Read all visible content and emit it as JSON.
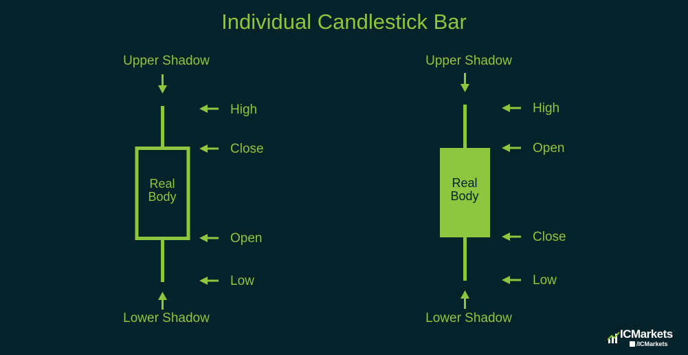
{
  "title": "Individual Candlestick Bar",
  "bullish": {
    "upper_shadow": "Upper Shadow",
    "lower_shadow": "Lower Shadow",
    "body_line1": "Real",
    "body_line2": "Body",
    "high": "High",
    "close": "Close",
    "open": "Open",
    "low": "Low"
  },
  "bearish": {
    "upper_shadow": "Upper Shadow",
    "lower_shadow": "Lower Shadow",
    "body_line1": "Real",
    "body_line2": "Body",
    "high": "High",
    "open": "Open",
    "close": "Close",
    "low": "Low"
  },
  "logo": {
    "name": "ICMarkets",
    "handle": "/ICMarkets"
  },
  "colors": {
    "background": "#03222a",
    "accent": "#8dc63f"
  }
}
